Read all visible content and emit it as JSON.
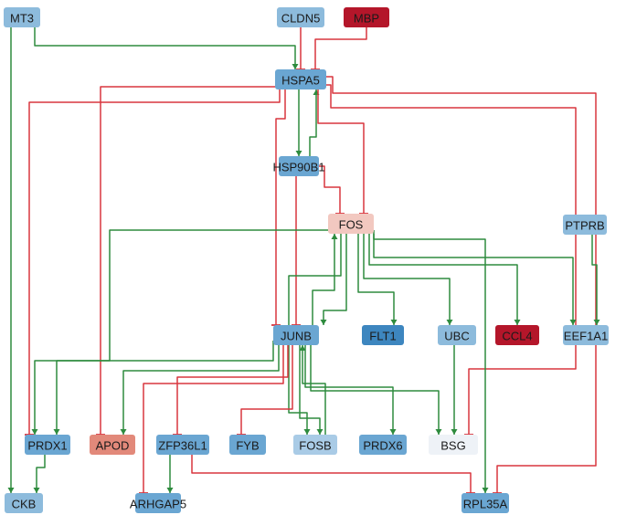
{
  "colors": {
    "activation": "#2e8b3e",
    "inhibition": "#d9363e"
  },
  "nodes": {
    "MT3": {
      "label": "MT3",
      "fill": "#8dbbdc",
      "text": "#1a1a1a"
    },
    "CLDN5": {
      "label": "CLDN5",
      "fill": "#8dbbdc",
      "text": "#1a1a1a"
    },
    "MBP": {
      "label": "MBP",
      "fill": "#b4162a",
      "text": "#1a1a1a"
    },
    "HSPA5": {
      "label": "HSPA5",
      "fill": "#6aa6d2",
      "text": "#1a1a1a"
    },
    "HSP90B1": {
      "label": "HSP90B1",
      "fill": "#6aa6d2",
      "text": "#1a1a1a"
    },
    "FOS": {
      "label": "FOS",
      "fill": "#f2c8c0",
      "text": "#1a1a1a"
    },
    "PTPRB": {
      "label": "PTPRB",
      "fill": "#8dbbdc",
      "text": "#1a1a1a"
    },
    "JUNB": {
      "label": "JUNB",
      "fill": "#6aa6d2",
      "text": "#1a1a1a"
    },
    "FLT1": {
      "label": "FLT1",
      "fill": "#3d86bf",
      "text": "#1a1a1a"
    },
    "UBC": {
      "label": "UBC",
      "fill": "#8dbbdc",
      "text": "#1a1a1a"
    },
    "CCL4": {
      "label": "CCL4",
      "fill": "#b4162a",
      "text": "#1a1a1a"
    },
    "EEF1A1": {
      "label": "EEF1A1",
      "fill": "#8dbbdc",
      "text": "#1a1a1a"
    },
    "PRDX1": {
      "label": "PRDX1",
      "fill": "#6aa6d2",
      "text": "#1a1a1a"
    },
    "APOD": {
      "label": "APOD",
      "fill": "#e2897a",
      "text": "#1a1a1a"
    },
    "ZFP36L1": {
      "label": "ZFP36L1",
      "fill": "#6aa6d2",
      "text": "#1a1a1a"
    },
    "FYB": {
      "label": "FYB",
      "fill": "#6aa6d2",
      "text": "#1a1a1a"
    },
    "FOSB": {
      "label": "FOSB",
      "fill": "#a9cbe6",
      "text": "#1a1a1a"
    },
    "PRDX6": {
      "label": "PRDX6",
      "fill": "#6aa6d2",
      "text": "#1a1a1a"
    },
    "BSG": {
      "label": "BSG",
      "fill": "#eef2f7",
      "text": "#1a1a1a"
    },
    "CKB": {
      "label": "CKB",
      "fill": "#8dbbdc",
      "text": "#1a1a1a"
    },
    "ARHGAP5": {
      "label": "ARHGAP5",
      "fill": "#6aa6d2",
      "text": "#1a1a1a"
    },
    "RPL35A": {
      "label": "RPL35A",
      "fill": "#6aa6d2",
      "text": "#1a1a1a"
    }
  },
  "edges": [
    {
      "from": "MT3",
      "to": "HSPA5",
      "type": "activation"
    },
    {
      "from": "MT3",
      "to": "CKB",
      "type": "activation"
    },
    {
      "from": "CLDN5",
      "to": "HSPA5",
      "type": "inhibition"
    },
    {
      "from": "MBP",
      "to": "HSPA5",
      "type": "inhibition"
    },
    {
      "from": "HSPA5",
      "to": "HSP90B1",
      "type": "activation"
    },
    {
      "from": "HSP90B1",
      "to": "HSPA5",
      "type": "activation"
    },
    {
      "from": "HSPA5",
      "to": "PRDX1",
      "type": "inhibition"
    },
    {
      "from": "HSPA5",
      "to": "APOD",
      "type": "inhibition"
    },
    {
      "from": "HSPA5",
      "to": "RPL35A",
      "type": "inhibition"
    },
    {
      "from": "HSPA5",
      "to": "JUNB",
      "type": "inhibition"
    },
    {
      "from": "HSPA5",
      "to": "FOS",
      "type": "inhibition"
    },
    {
      "from": "HSPA5",
      "to": "BSG",
      "type": "inhibition"
    },
    {
      "from": "HSP90B1",
      "to": "FOS",
      "type": "inhibition"
    },
    {
      "from": "HSP90B1",
      "to": "JUNB",
      "type": "inhibition"
    },
    {
      "from": "FOS",
      "to": "PRDX1",
      "type": "activation"
    },
    {
      "from": "FOS",
      "to": "FLT1",
      "type": "activation"
    },
    {
      "from": "FOS",
      "to": "UBC",
      "type": "activation"
    },
    {
      "from": "FOS",
      "to": "CCL4",
      "type": "activation"
    },
    {
      "from": "FOS",
      "to": "EEF1A1",
      "type": "activation"
    },
    {
      "from": "FOS",
      "to": "JUNB",
      "type": "activation"
    },
    {
      "from": "FOS",
      "to": "FOSB",
      "type": "activation"
    },
    {
      "from": "FOS",
      "to": "RPL35A",
      "type": "activation"
    },
    {
      "from": "PTPRB",
      "to": "EEF1A1",
      "type": "activation"
    },
    {
      "from": "JUNB",
      "to": "PRDX1",
      "type": "activation"
    },
    {
      "from": "JUNB",
      "to": "APOD",
      "type": "activation"
    },
    {
      "from": "JUNB",
      "to": "ZFP36L1",
      "type": "inhibition"
    },
    {
      "from": "JUNB",
      "to": "FYB",
      "type": "inhibition"
    },
    {
      "from": "JUNB",
      "to": "FOSB",
      "type": "activation"
    },
    {
      "from": "JUNB",
      "to": "PRDX6",
      "type": "activation"
    },
    {
      "from": "JUNB",
      "to": "BSG",
      "type": "activation"
    },
    {
      "from": "JUNB",
      "to": "ARHGAP5",
      "type": "inhibition"
    },
    {
      "from": "JUNB",
      "to": "FOS",
      "type": "activation"
    },
    {
      "from": "FOSB",
      "to": "JUNB",
      "type": "activation"
    },
    {
      "from": "UBC",
      "to": "BSG",
      "type": "activation"
    },
    {
      "from": "PRDX1",
      "to": "CKB",
      "type": "activation"
    },
    {
      "from": "ZFP36L1",
      "to": "ARHGAP5",
      "type": "activation"
    },
    {
      "from": "ZFP36L1",
      "to": "RPL35A",
      "type": "inhibition"
    }
  ]
}
